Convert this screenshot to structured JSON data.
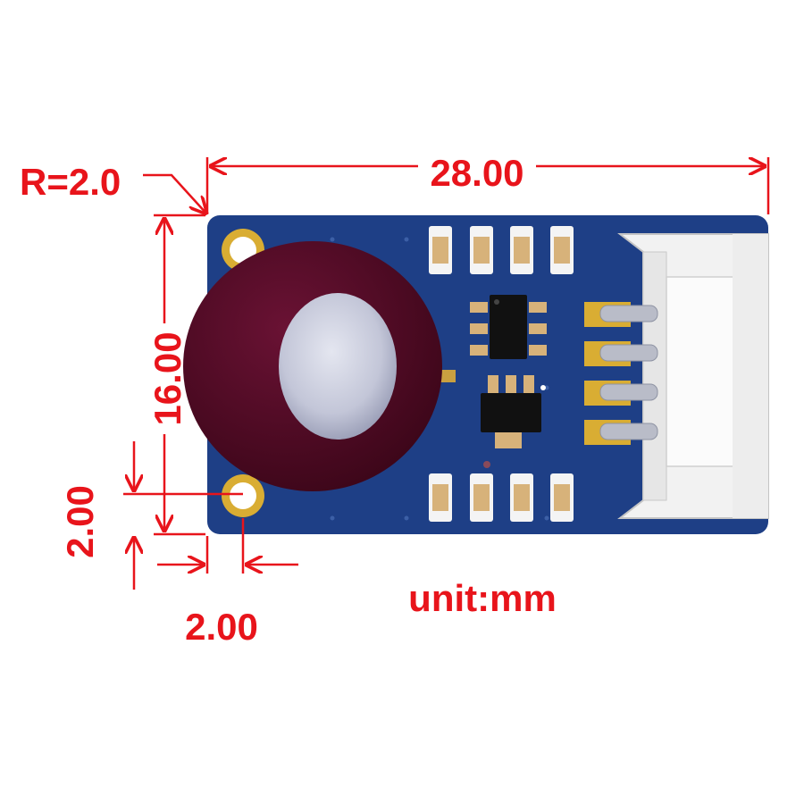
{
  "dimensions": {
    "radius_label": "R=2.0",
    "width_label": "28.00",
    "height_label": "16.00",
    "hole_offset_y_label": "2.00",
    "hole_offset_x_label": "2.00"
  },
  "unit_label": "unit:mm",
  "colors": {
    "dimension_red": "#e8141b",
    "pcb_blue": "#1e3f86",
    "sensor_maroon": "#4a0a22",
    "sensor_window": "#c9ccdc",
    "gold_pad": "#d9ad33",
    "ic_black": "#111111",
    "connector_white": "#f2f2f2"
  },
  "icons": {
    "sensor": "thermopile-sensor-icon",
    "mount_hole": "mounting-hole-icon",
    "connector": "4-pin-connector-icon"
  }
}
